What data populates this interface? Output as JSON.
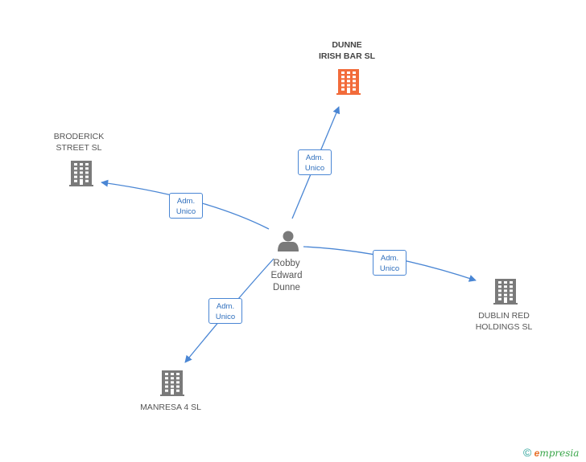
{
  "colors": {
    "edge": "#4a86d4",
    "building_default": "#7a7a7a",
    "building_highlight": "#f26b3a",
    "person": "#7a7a7a"
  },
  "center": {
    "name_lines": [
      "Robby",
      "Edward",
      "Dunne"
    ],
    "icon": "person-icon"
  },
  "companies": [
    {
      "id": "dunne-irish-bar",
      "lines": [
        "DUNNE",
        "IRISH BAR SL"
      ],
      "highlight": true,
      "icon": "building-icon"
    },
    {
      "id": "broderick-street",
      "lines": [
        "BRODERICK",
        "STREET SL"
      ],
      "highlight": false,
      "icon": "building-icon"
    },
    {
      "id": "dublin-red-holdings",
      "lines": [
        "DUBLIN RED",
        "HOLDINGS  SL"
      ],
      "highlight": false,
      "icon": "building-icon"
    },
    {
      "id": "manresa-4",
      "lines": [
        "MANRESA 4 SL"
      ],
      "highlight": false,
      "icon": "building-icon"
    }
  ],
  "edges": [
    {
      "to": "dunne-irish-bar",
      "label": [
        "Adm.",
        "Unico"
      ]
    },
    {
      "to": "broderick-street",
      "label": [
        "Adm.",
        "Unico"
      ]
    },
    {
      "to": "dublin-red-holdings",
      "label": [
        "Adm.",
        "Unico"
      ]
    },
    {
      "to": "manresa-4",
      "label": [
        "Adm.",
        "Unico"
      ]
    }
  ],
  "footer": {
    "copyright": "©",
    "brand_initial": "e",
    "brand_rest": "mpresia"
  }
}
